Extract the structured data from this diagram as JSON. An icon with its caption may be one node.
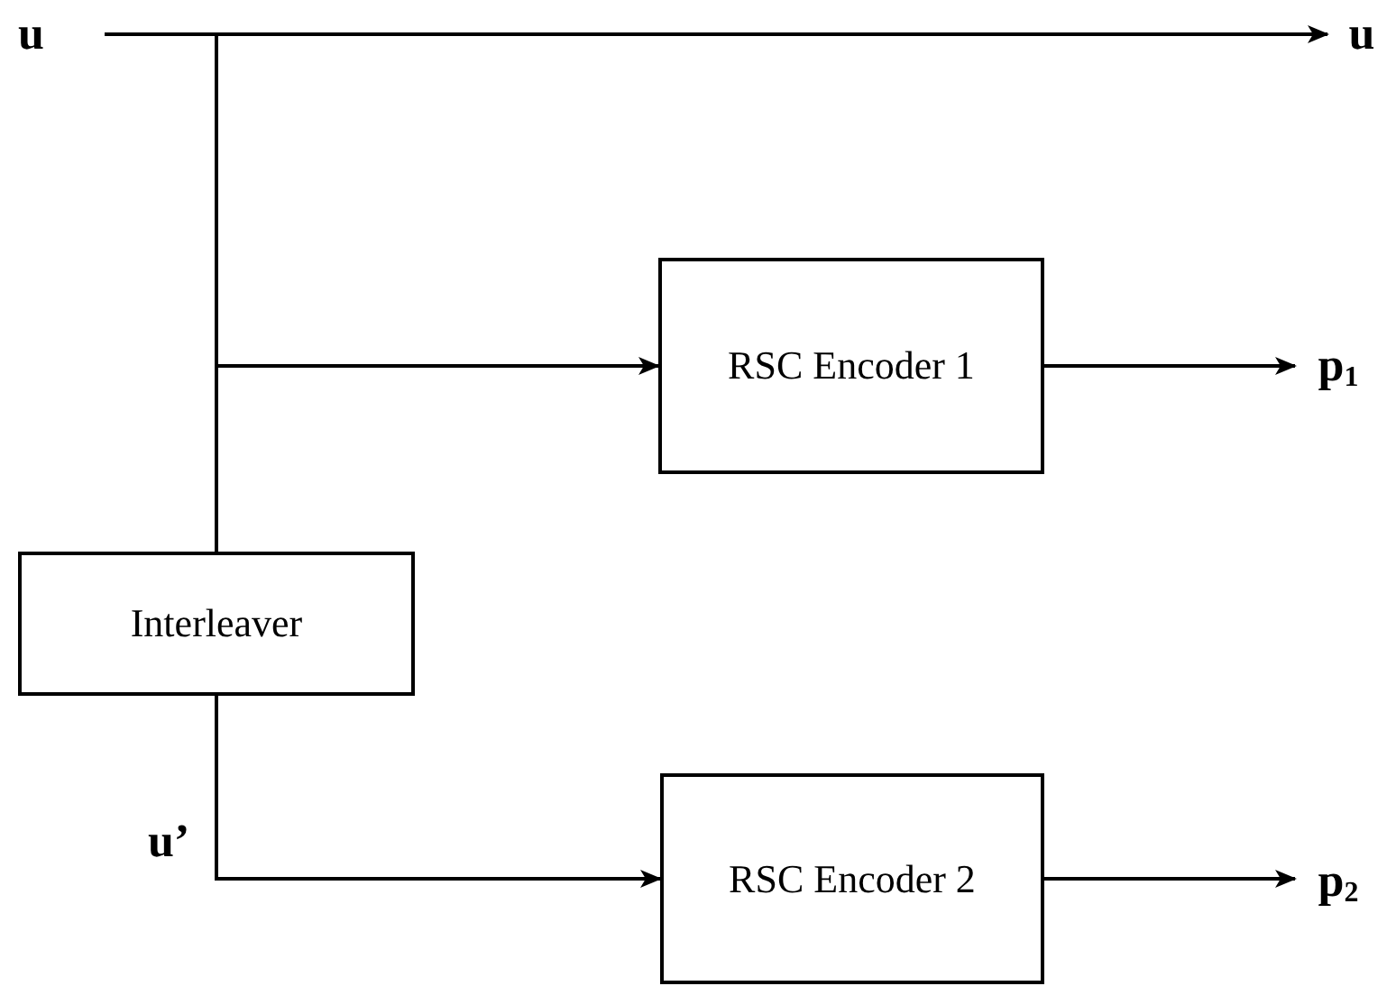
{
  "diagram": {
    "nodes": [
      {
        "text": [
          "u"
        ]
      },
      {
        "text": [
          "u"
        ]
      },
      {
        "text": [
          "RSC Encoder 1"
        ]
      },
      {
        "text": [
          "p$_{1}$"
        ]
      },
      {
        "text": [
          "Interleaver"
        ]
      },
      {
        "text": [
          "RSC Encoder 2"
        ]
      },
      {
        "text": [
          "p$_{2}$"
        ]
      }
    ],
    "edges": [
      {
        "from": 0,
        "to": 1,
        "arrow": "to"
      },
      {
        "from": 0,
        "to": 2,
        "arrow": "to"
      },
      {
        "from": 0,
        "to": 4,
        "arrow": "none"
      },
      {
        "from": 2,
        "to": 3,
        "arrow": "to"
      },
      {
        "from": 4,
        "to": 5,
        "arrow": "to",
        "label": "u’"
      },
      {
        "from": 5,
        "to": 6,
        "arrow": "to"
      }
    ]
  }
}
